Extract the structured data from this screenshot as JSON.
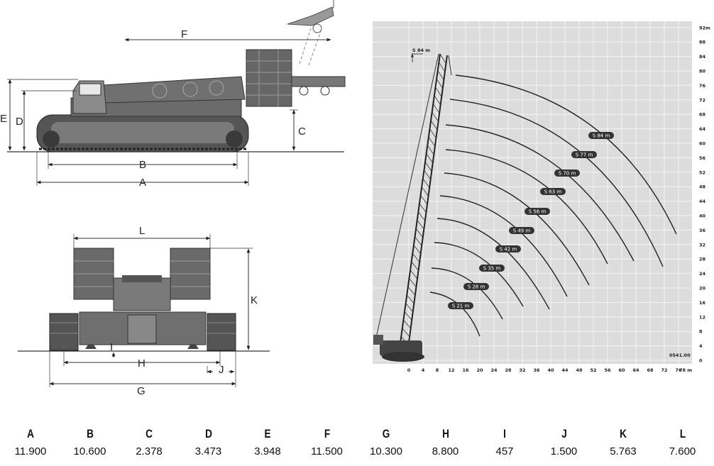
{
  "side_view": {
    "dims": {
      "A": "A",
      "B": "B",
      "C": "C",
      "D": "D",
      "E": "E",
      "F": "F"
    }
  },
  "front_view": {
    "dims": {
      "G": "G",
      "H": "H",
      "I": "I",
      "J": "J",
      "K": "K",
      "L": "L"
    }
  },
  "load_chart": {
    "corner_code": "0541.00",
    "top_label": "S 84 m",
    "y_ticks": [
      "92m",
      "88",
      "84",
      "80",
      "76",
      "72",
      "68",
      "64",
      "60",
      "56",
      "52",
      "48",
      "44",
      "40",
      "36",
      "32",
      "28",
      "24",
      "20",
      "16",
      "12",
      "8",
      "4",
      "0"
    ],
    "x_ticks": [
      "0",
      "4",
      "8",
      "12",
      "16",
      "20",
      "24",
      "28",
      "32",
      "36",
      "40",
      "44",
      "48",
      "52",
      "56",
      "60",
      "64",
      "68",
      "72",
      "76",
      "78 m"
    ],
    "boom_labels": [
      "S 84 m",
      "S 77 m",
      "S 70 m",
      "S 63 m",
      "S 56 m",
      "S 49 m",
      "S 42 m",
      "S 35 m",
      "S 28 m",
      "S 21 m"
    ]
  },
  "dimension_table": [
    {
      "key": "A",
      "value": "11.900"
    },
    {
      "key": "B",
      "value": "10.600"
    },
    {
      "key": "C",
      "value": "2.378"
    },
    {
      "key": "D",
      "value": "3.473"
    },
    {
      "key": "E",
      "value": "3.948"
    },
    {
      "key": "F",
      "value": "11.500"
    },
    {
      "key": "G",
      "value": "10.300"
    },
    {
      "key": "H",
      "value": "8.800"
    },
    {
      "key": "I",
      "value": "457"
    },
    {
      "key": "J",
      "value": "1.500"
    },
    {
      "key": "K",
      "value": "5.763"
    },
    {
      "key": "L",
      "value": "7.600"
    }
  ]
}
